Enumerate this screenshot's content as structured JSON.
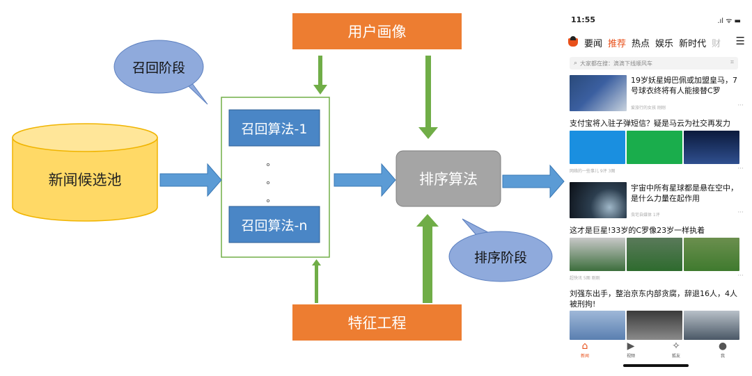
{
  "diagram": {
    "candidate_pool": "新闻候选池",
    "recall_stage": "召回阶段",
    "recall_algo_1": "召回算法-1",
    "recall_dots": "。",
    "recall_algo_n": "召回算法-n",
    "user_profile": "用户画像",
    "ranking_algo": "排序算法",
    "ranking_stage": "排序阶段",
    "feature_engineering": "特征工程",
    "colors": {
      "orange": "#ed7d31",
      "blue": "#4a86c6",
      "green": "#70ad47",
      "gray": "#a5a5a5",
      "cylinder": "#ffd966",
      "bubble": "#8faadc"
    }
  },
  "phone": {
    "time": "11:55",
    "signal": ".ıl ᯤ ▬",
    "tabs": [
      "要闻",
      "推荐",
      "热点",
      "娱乐",
      "新时代",
      "财"
    ],
    "active_tab": "推荐",
    "search_placeholder": "大家都在搜：滴滴下线顺风车",
    "news": [
      {
        "title": "19岁妖星姆巴佩或加盟皇马，7号球衣终将有人能接替C罗",
        "meta": "爱旅行的女孩   刚刚",
        "more": "···"
      },
      {
        "title": "支付宝将入驻子弹短信？疑是马云为社交再发力",
        "meta": "网络的一些事儿   9评   3图",
        "more": "···"
      },
      {
        "title": "宇宙中所有星球都是悬在空中，是什么力量在起作用",
        "meta": "虫宅自媒体   1评",
        "more": "···"
      },
      {
        "title": "这才是巨星!33岁的C罗像23岁一样执着",
        "meta": "超快讯   5图   刚刚",
        "more": "···"
      },
      {
        "title": "刘强东出手，整治京东内部贪腐，辞退16人，4人被刑拘!",
        "meta": "",
        "more": ""
      }
    ],
    "bottom_nav": [
      {
        "label": "新闻",
        "icon": "home-icon"
      },
      {
        "label": "视频",
        "icon": "video-icon"
      },
      {
        "label": "狐友",
        "icon": "friends-icon"
      },
      {
        "label": "我",
        "icon": "user-icon"
      }
    ]
  }
}
